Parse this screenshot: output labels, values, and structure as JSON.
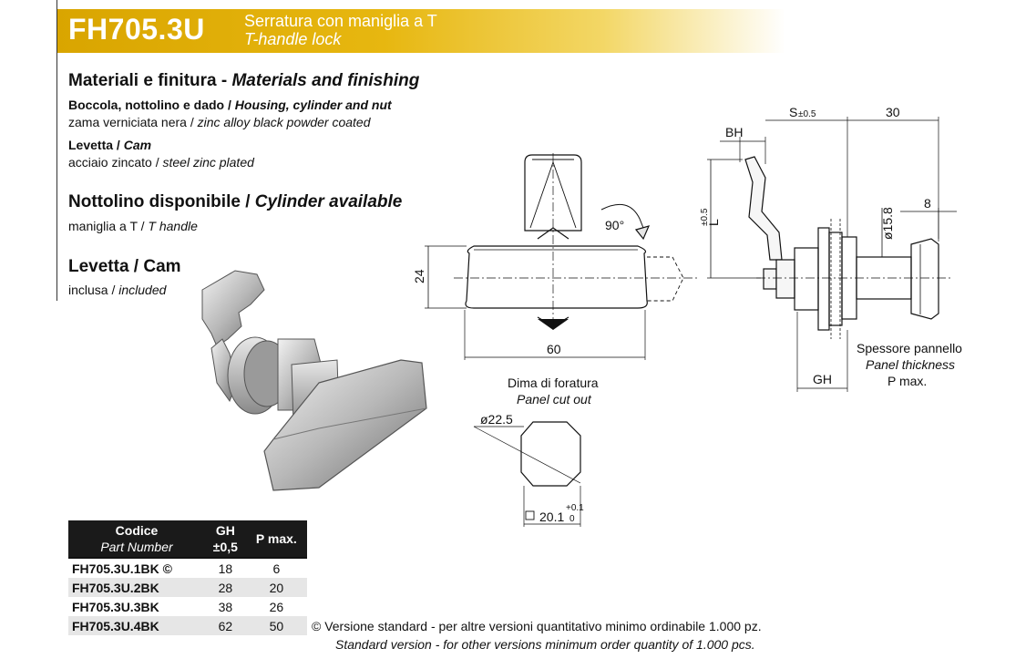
{
  "header": {
    "code": "FH705.3U",
    "title_it": "Serratura con maniglia a T",
    "title_en": "T-handle lock",
    "accent_color": "#e2ae0a"
  },
  "materials": {
    "heading_it": "Materiali e finitura - ",
    "heading_en": "Materials and finishing",
    "housing_label_it": "Boccola, nottolino e dado / ",
    "housing_label_en": "Housing, cylinder and nut",
    "housing_value_it": "zama verniciata nera / ",
    "housing_value_en": "zinc alloy black powder coated",
    "cam_label_it": "Levetta / ",
    "cam_label_en": "Cam",
    "cam_value_it": "acciaio zincato / ",
    "cam_value_en": "steel zinc plated"
  },
  "cylinder": {
    "heading_it": "Nottolino disponibile / ",
    "heading_en": "Cylinder available",
    "value_it": "maniglia a T / ",
    "value_en": "T handle"
  },
  "cam": {
    "heading": "Levetta / Cam",
    "value_it": "inclusa / ",
    "value_en": "included"
  },
  "table": {
    "col_code_it": "Codice",
    "col_code_en": "Part Number",
    "col_gh": "GH",
    "col_gh_tol": "±0,5",
    "col_p": "P max.",
    "rows": [
      {
        "code": "FH705.3U.1BK ©",
        "gh": "18",
        "p": "6"
      },
      {
        "code": "FH705.3U.2BK",
        "gh": "28",
        "p": "20"
      },
      {
        "code": "FH705.3U.3BK",
        "gh": "38",
        "p": "26"
      },
      {
        "code": "FH705.3U.4BK",
        "gh": "62",
        "p": "50"
      }
    ]
  },
  "note": {
    "it": "© Versione standard - per altre versioni quantitativo minimo ordinabile 1.000 pz.",
    "en": "Standard version - for other versions minimum order quantity of 1.000 pcs."
  },
  "drawing": {
    "rotation": "90°",
    "dim_24": "24",
    "dim_60": "60",
    "cutout_it": "Dima di foratura",
    "cutout_en": "Panel cut out",
    "dia_22_5": "ø22.5",
    "dim_20_1": "20.1",
    "tol_plus": "+0.1",
    "tol_zero": "0",
    "bh": "BH",
    "s": "S",
    "s_tol": "±0.5",
    "dim_30": "30",
    "l": "L",
    "l_tol": "±0.5",
    "dia_15_8": "ø15.8",
    "dim_8": "8",
    "panel_it": "Spessore pannello",
    "panel_en": "Panel thickness",
    "pmax": "P max.",
    "gh": "GH"
  }
}
